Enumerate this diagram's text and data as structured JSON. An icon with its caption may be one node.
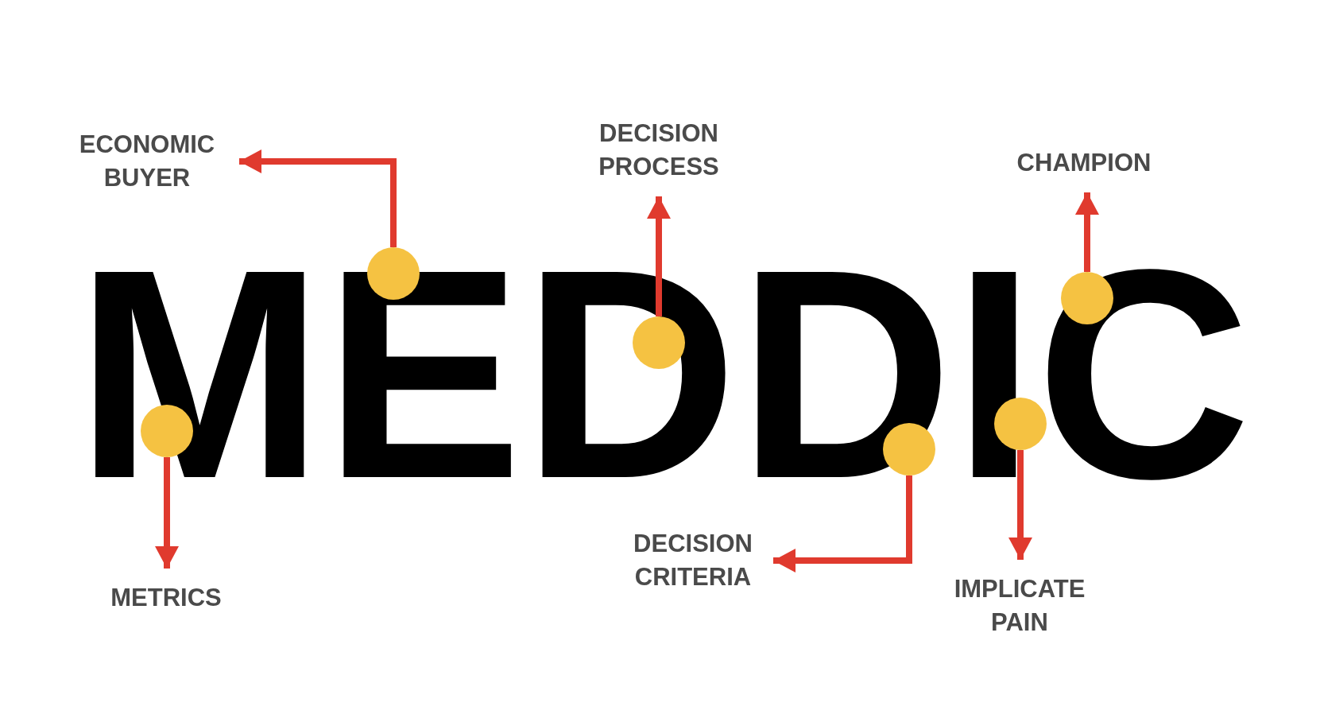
{
  "diagram": {
    "nodes": [
      {
        "text": [
          "ECONOMIC BUYER"
        ]
      },
      {
        "text": [
          "DECISION PROCESS"
        ]
      },
      {
        "text": [
          "CHAMPION"
        ]
      },
      {
        "text": [
          "METRICS"
        ]
      },
      {
        "text": [
          "DECISION CRITERIA"
        ]
      },
      {
        "text": [
          "IMPLICATE PAIN"
        ]
      },
      {
        "text": [],
        "shape": "circle"
      },
      {
        "text": [],
        "shape": "circle"
      },
      {
        "text": [],
        "shape": "circle"
      },
      {
        "text": [],
        "shape": "circle"
      },
      {
        "text": [],
        "shape": "circle"
      },
      {
        "text": [],
        "shape": "circle"
      }
    ],
    "edges": [
      {
        "from": 6,
        "to": 3,
        "arrow": "to"
      },
      {
        "from": 7,
        "to": 0,
        "arrow": "to"
      },
      {
        "from": 8,
        "to": 1,
        "arrow": "to"
      },
      {
        "from": 9,
        "to": 4,
        "arrow": "to"
      },
      {
        "from": 10,
        "to": 5,
        "arrow": "to"
      },
      {
        "from": 11,
        "to": 2,
        "arrow": "to"
      }
    ],
    "labels": [
      "MEDDIC"
    ]
  }
}
